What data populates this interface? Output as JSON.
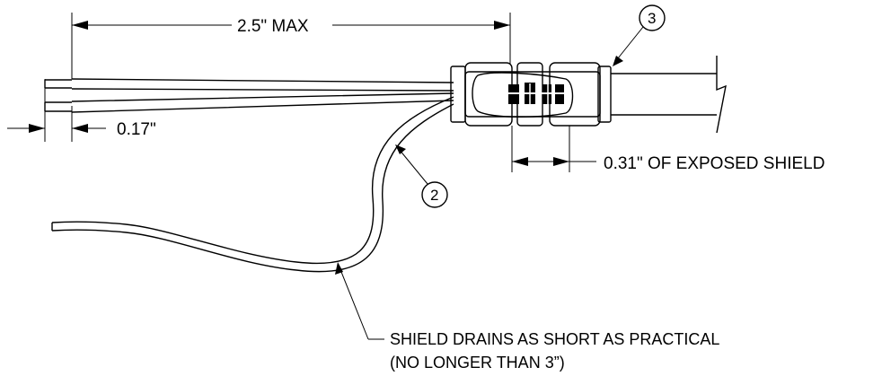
{
  "dimensions": {
    "overall_length": "2.5\" MAX",
    "strip_length": "0.17\"",
    "exposed_shield": "0.31\" OF EXPOSED SHIELD"
  },
  "balloons": {
    "drain_wire": "2",
    "sleeve": "3"
  },
  "notes": {
    "drain_line1": "SHIELD DRAINS AS SHORT AS PRACTICAL",
    "drain_line2": "(NO LONGER THAN 3”)"
  }
}
